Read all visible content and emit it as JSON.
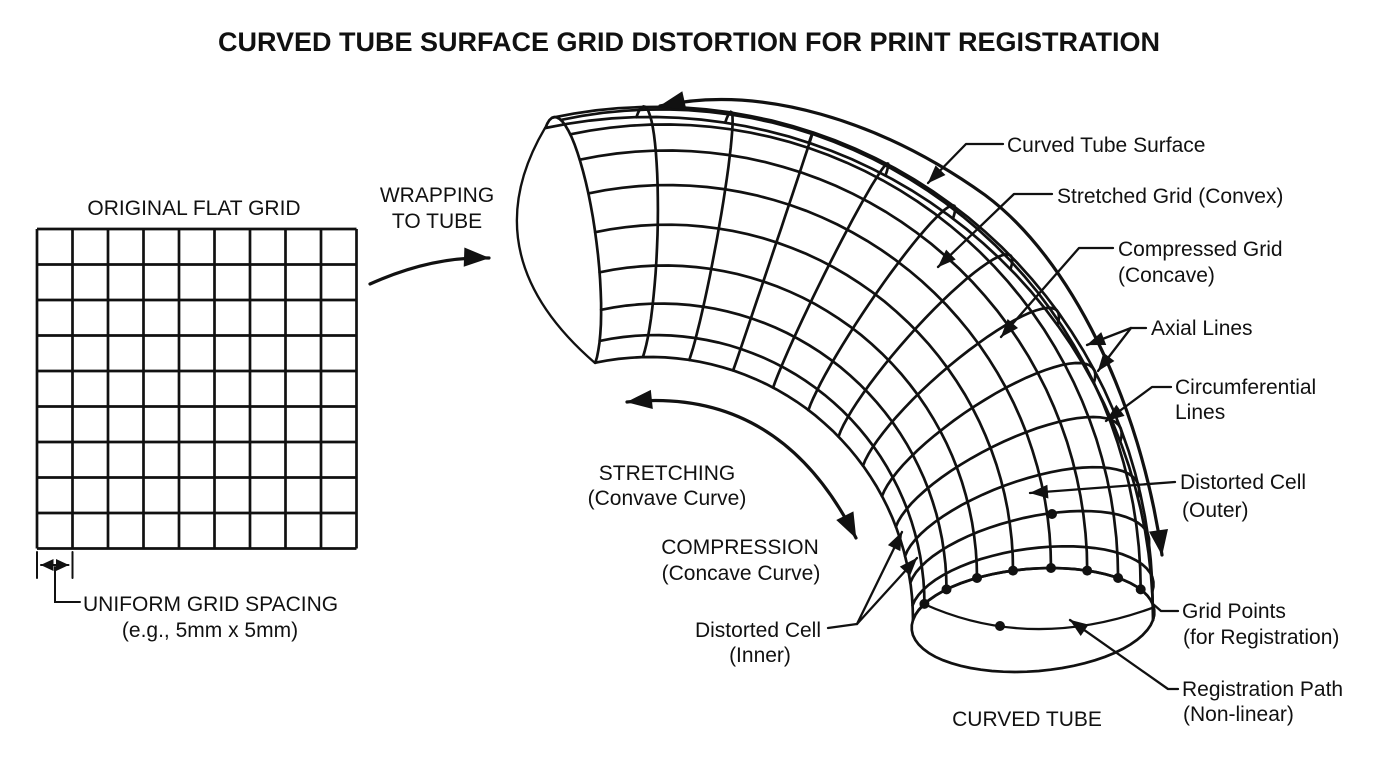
{
  "title": "CURVED TUBE SURFACE GRID DISTORTION FOR PRINT REGISTRATION",
  "colors": {
    "ink": "#111111",
    "background": "#ffffff"
  },
  "flat_grid": {
    "label": "ORIGINAL FLAT GRID",
    "rows": 9,
    "cols": 9,
    "spacing_note_line1": "UNIFORM GRID SPACING",
    "spacing_note_line2": "(e.g., 5mm x 5mm)"
  },
  "wrapping": {
    "line1": "WRAPPING",
    "line2": "TO TUBE"
  },
  "tube": {
    "caption": "CURVED TUBE",
    "rim_grid_points": 8
  },
  "annotations": {
    "curved_tube_surface": {
      "line1": "Curved Tube Surface"
    },
    "stretched_grid": {
      "line1": "Stretched Grid (Convex)"
    },
    "compressed_grid": {
      "line1": "Compressed Grid",
      "line2": "(Concave)"
    },
    "axial_lines": {
      "line1": "Axial Lines"
    },
    "circumferential_lines": {
      "line1": "Circumferential",
      "line2": "Lines"
    },
    "distorted_cell_outer": {
      "line1": "Distorted Cell",
      "line2": "(Outer)"
    },
    "grid_points": {
      "line1": "Grid Points",
      "line2": "(for Registration)"
    },
    "registration_path": {
      "line1": "Registration Path",
      "line2": "(Non-linear)"
    },
    "stretching": {
      "line1": "STRETCHING",
      "line2": "(Convave Curve)"
    },
    "compression": {
      "line1": "COMPRESSION",
      "line2": "(Concave Curve)"
    },
    "distorted_cell_inner": {
      "line1": "Distorted Cell",
      "line2": "(Inner)"
    }
  }
}
